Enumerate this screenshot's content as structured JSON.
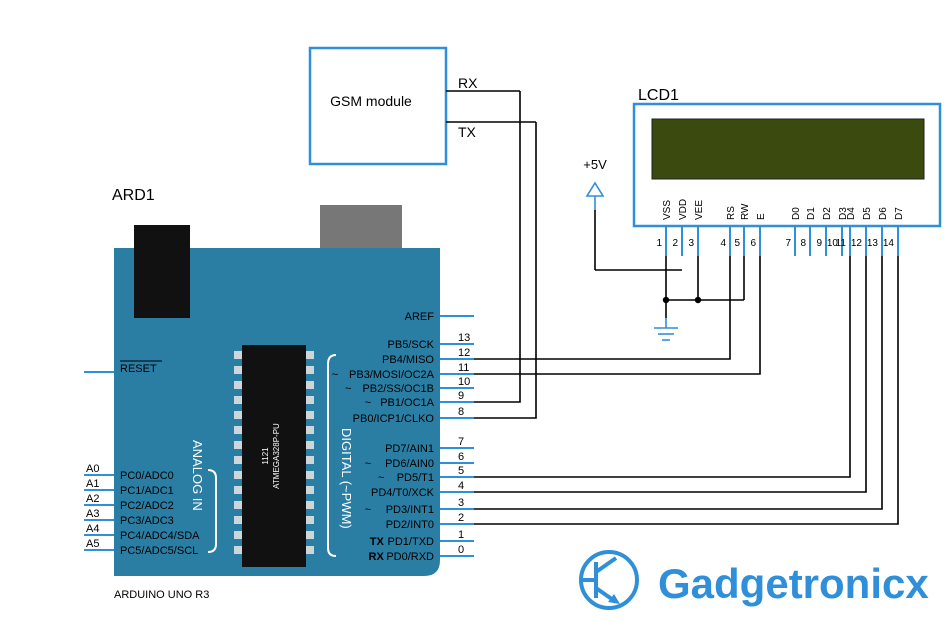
{
  "gsm": {
    "label": "GSM module",
    "rx": "RX",
    "tx": "TX"
  },
  "lcd": {
    "title": "LCD1",
    "pins": [
      {
        "name": "VSS",
        "num": "1"
      },
      {
        "name": "VDD",
        "num": "2"
      },
      {
        "name": "VEE",
        "num": "3"
      },
      {
        "name": "RS",
        "num": "4"
      },
      {
        "name": "RW",
        "num": "5"
      },
      {
        "name": "E",
        "num": "6"
      },
      {
        "name": "D0",
        "num": "7"
      },
      {
        "name": "D1",
        "num": "8"
      },
      {
        "name": "D2",
        "num": "9"
      },
      {
        "name": "D3",
        "num": "10"
      },
      {
        "name": "D4",
        "num": "11"
      },
      {
        "name": "D5",
        "num": "12"
      },
      {
        "name": "D6",
        "num": "13"
      },
      {
        "name": "D7",
        "num": "14"
      }
    ],
    "screen_color": "#3b4a0e"
  },
  "power": {
    "label": "+5V"
  },
  "arduino": {
    "title": "ARD1",
    "model": "ARDUINO UNO R3",
    "chip_line1": "1121",
    "chip_line2": "ATMEGA328P-PU",
    "digital_label": "DIGITAL (~PWM)",
    "analog_label": "ANALOG IN",
    "reset_label": "RESET",
    "aref_label": "AREF",
    "board_color": "#2a7da3",
    "digital_pins": [
      {
        "num": "13",
        "label": "PB5/SCK",
        "prefix": ""
      },
      {
        "num": "12",
        "label": "PB4/MISO",
        "prefix": ""
      },
      {
        "num": "11",
        "label": "PB3/MOSI/OC2A",
        "prefix": "~"
      },
      {
        "num": "10",
        "label": "PB2/SS/OC1B",
        "prefix": "~"
      },
      {
        "num": "9",
        "label": "PB1/OC1A",
        "prefix": "~"
      },
      {
        "num": "8",
        "label": "PB0/ICP1/CLKO",
        "prefix": ""
      },
      {
        "num": "7",
        "label": "PD7/AIN1",
        "prefix": ""
      },
      {
        "num": "6",
        "label": "PD6/AIN0",
        "prefix": "~"
      },
      {
        "num": "5",
        "label": "PD5/T1",
        "prefix": "~"
      },
      {
        "num": "4",
        "label": "PD4/T0/XCK",
        "prefix": ""
      },
      {
        "num": "3",
        "label": "PD3/INT1",
        "prefix": "~"
      },
      {
        "num": "2",
        "label": "PD2/INT0",
        "prefix": ""
      },
      {
        "num": "1",
        "label": "PD1/TXD",
        "prefix": "TX"
      },
      {
        "num": "0",
        "label": "PD0/RXD",
        "prefix": "RX"
      }
    ],
    "analog_pins": [
      {
        "num": "A0",
        "label": "PC0/ADC0"
      },
      {
        "num": "A1",
        "label": "PC1/ADC1"
      },
      {
        "num": "A2",
        "label": "PC2/ADC2"
      },
      {
        "num": "A3",
        "label": "PC3/ADC3"
      },
      {
        "num": "A4",
        "label": "PC4/ADC4/SDA"
      },
      {
        "num": "A5",
        "label": "PC5/ADC5/SCL"
      }
    ]
  },
  "brand": {
    "name": "Gadgetronicx",
    "color": "#2f8fd9"
  }
}
